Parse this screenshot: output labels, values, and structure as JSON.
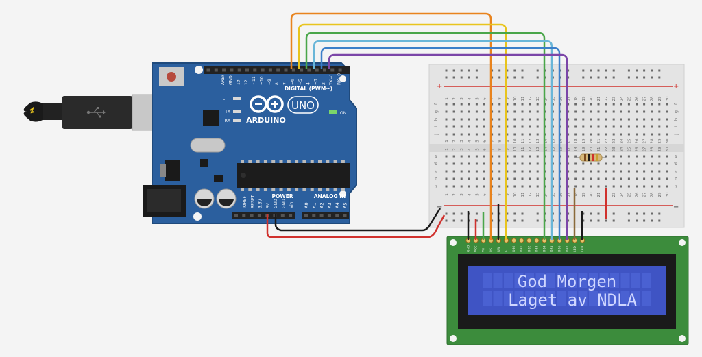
{
  "arduino": {
    "brand": "ARDUINO",
    "model": "UNO",
    "digital_header": "DIGITAL (PWM~)",
    "aref": "AREF",
    "gnd": "GND",
    "digital_pins": [
      "13",
      "12",
      "~11",
      "~10",
      "~9",
      "8",
      "7",
      "~6",
      "~5",
      "4",
      "~3",
      "2",
      "TX→1",
      "RX←0"
    ],
    "led_l": "L",
    "led_tx": "TX",
    "led_rx": "RX",
    "on_label": "ON",
    "power_header": "POWER",
    "analog_header": "ANALOG IN",
    "power_pins": [
      "IOREF",
      "RESET",
      "3.3V",
      "5V",
      "GND",
      "GND",
      "Vin"
    ],
    "analog_pins": [
      "A0",
      "A1",
      "A2",
      "A3",
      "A4",
      "A5"
    ],
    "colors": {
      "board": "#2b5f9e",
      "header": "#222222"
    }
  },
  "breadboard": {
    "columns": [
      "1",
      "2",
      "3",
      "4",
      "5",
      "6",
      "7",
      "8",
      "9",
      "10",
      "11",
      "12",
      "13",
      "14",
      "15",
      "16",
      "17",
      "18",
      "19",
      "20",
      "21",
      "22",
      "23",
      "24",
      "25",
      "26",
      "27",
      "28",
      "29",
      "30"
    ],
    "top_rows": [
      "f",
      "g",
      "h",
      "i",
      "j"
    ],
    "bottom_rows": [
      "a",
      "b",
      "c",
      "d",
      "e"
    ],
    "plus": "+",
    "minus": "−"
  },
  "lcd": {
    "pins": [
      "GND",
      "VCC",
      "V0",
      "RS",
      "RW",
      "E",
      "DB0",
      "DB1",
      "DB2",
      "DB3",
      "DB4",
      "DB5",
      "DB6",
      "DB7",
      "LED",
      "LED"
    ],
    "line1": "God Morgen",
    "line2": "Laget av NDLA",
    "colors": {
      "pcb": "#3c8c3c",
      "screen": "#3f54c4",
      "text": "#cfd6ff"
    }
  },
  "wires": {
    "colors": {
      "orange": "#e8831d",
      "yellow": "#e8c41d",
      "green": "#4aa64a",
      "blue_light": "#6ab6d8",
      "blue": "#3b7fc9",
      "purple": "#7b46a8",
      "red": "#d0312d",
      "black": "#1a1a1a"
    }
  }
}
